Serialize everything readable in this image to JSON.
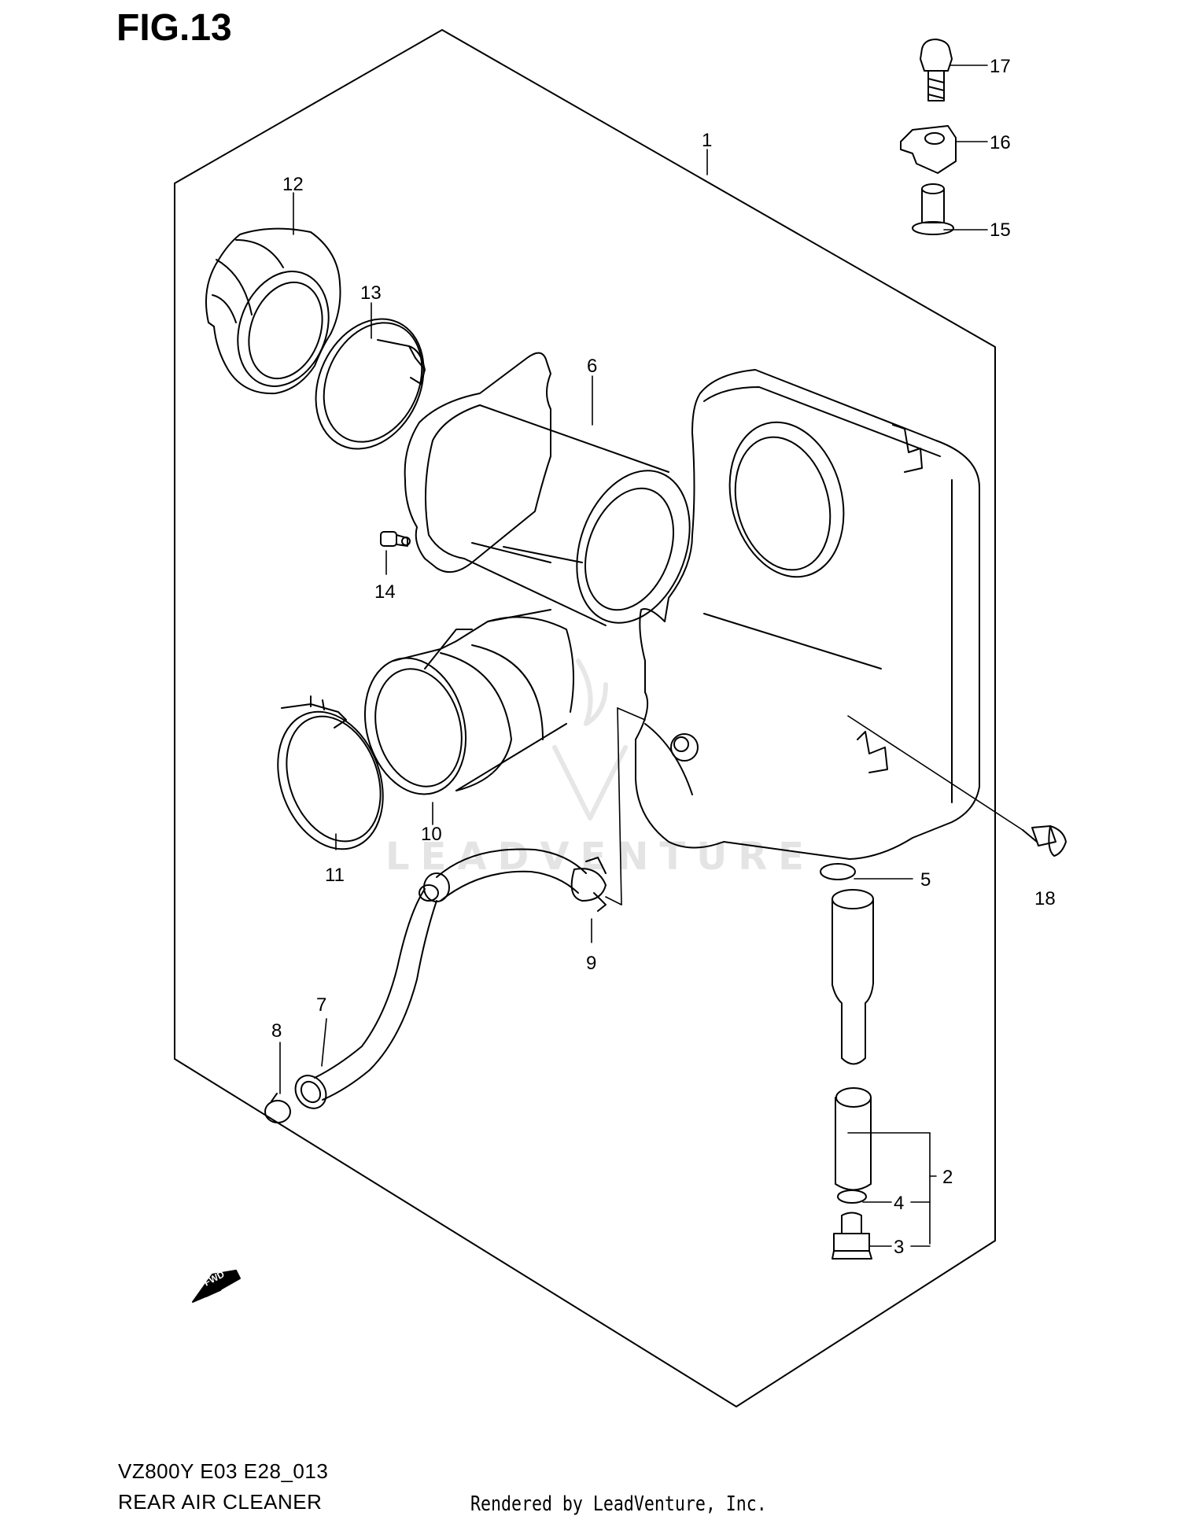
{
  "figure": {
    "title": "FIG.13",
    "model_code": "VZ800Y E03 E28_013",
    "caption": "REAR AIR CLEANER",
    "credit": "Rendered by LeadVenture, Inc.",
    "watermark": "LEADVENTURE",
    "fwd_label": "FWD"
  },
  "callouts": [
    {
      "id": "1",
      "label": "1"
    },
    {
      "id": "2",
      "label": "2"
    },
    {
      "id": "3",
      "label": "3"
    },
    {
      "id": "4",
      "label": "4"
    },
    {
      "id": "5",
      "label": "5"
    },
    {
      "id": "6",
      "label": "6"
    },
    {
      "id": "7",
      "label": "7"
    },
    {
      "id": "8",
      "label": "8"
    },
    {
      "id": "9",
      "label": "9"
    },
    {
      "id": "10",
      "label": "10"
    },
    {
      "id": "11",
      "label": "11"
    },
    {
      "id": "12",
      "label": "12"
    },
    {
      "id": "13",
      "label": "13"
    },
    {
      "id": "14",
      "label": "14"
    },
    {
      "id": "15",
      "label": "15"
    },
    {
      "id": "16",
      "label": "16"
    },
    {
      "id": "17",
      "label": "17"
    },
    {
      "id": "18",
      "label": "18"
    }
  ],
  "colors": {
    "line": "#000000",
    "background": "#ffffff",
    "watermark": "#e4e4e4"
  }
}
